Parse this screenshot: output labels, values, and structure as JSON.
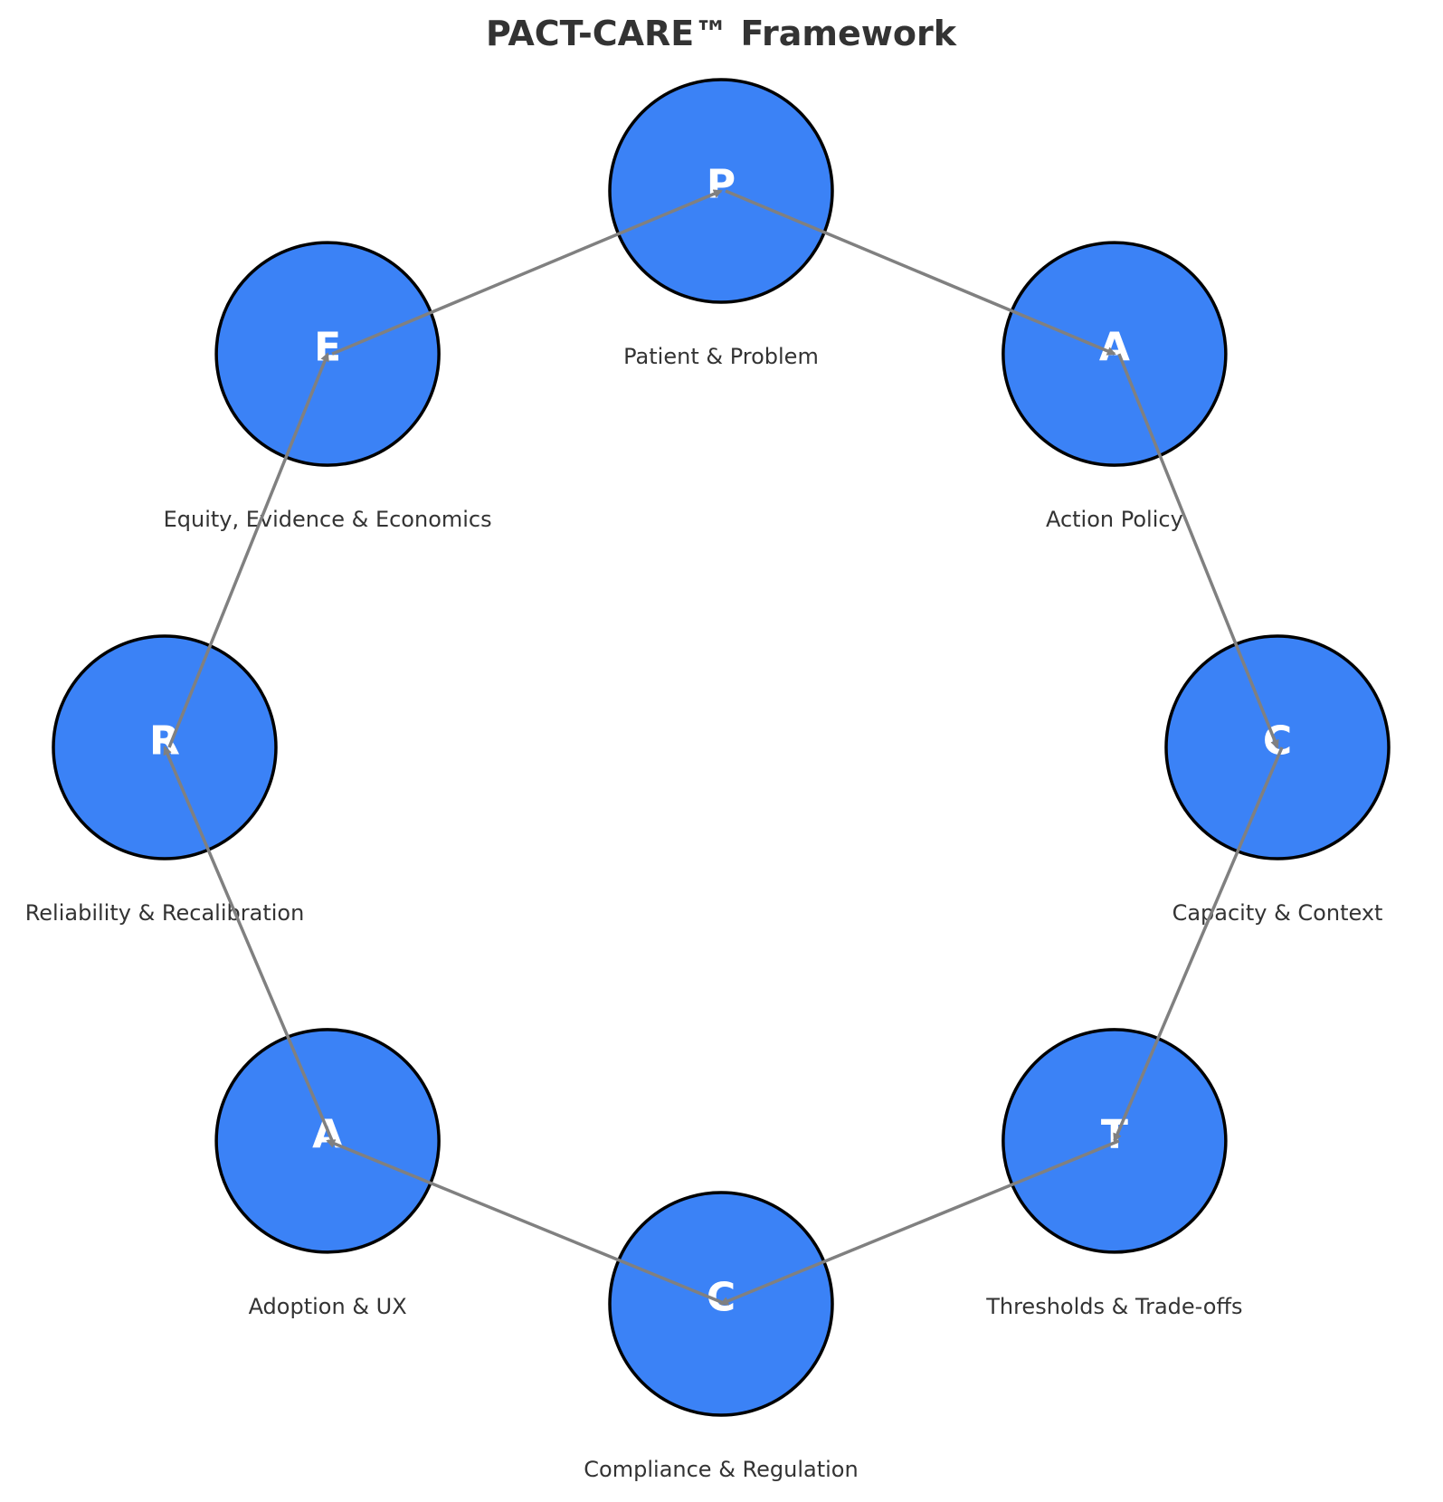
{
  "title": "PACT-CARE™ Framework",
  "colors": {
    "node_fill": "#3b82f6",
    "node_stroke": "#000000",
    "arrow": "#808080",
    "letter": "#ffffff",
    "text": "#333333"
  },
  "nodes": [
    {
      "letter": "P",
      "label": "Patient & Problem"
    },
    {
      "letter": "A",
      "label": "Action Policy"
    },
    {
      "letter": "C",
      "label": "Capacity & Context"
    },
    {
      "letter": "T",
      "label": "Thresholds & Trade-offs"
    },
    {
      "letter": "C",
      "label": "Compliance & Regulation"
    },
    {
      "letter": "A",
      "label": "Adoption & UX"
    },
    {
      "letter": "R",
      "label": "Reliability & Recalibration"
    },
    {
      "letter": "E",
      "label": "Equity, Evidence & Economics"
    }
  ],
  "edges": [
    {
      "from": 0,
      "to": 1
    },
    {
      "from": 1,
      "to": 2
    },
    {
      "from": 2,
      "to": 3
    },
    {
      "from": 3,
      "to": 4
    },
    {
      "from": 4,
      "to": 5
    },
    {
      "from": 5,
      "to": 6
    },
    {
      "from": 6,
      "to": 7
    },
    {
      "from": 7,
      "to": 0
    }
  ]
}
